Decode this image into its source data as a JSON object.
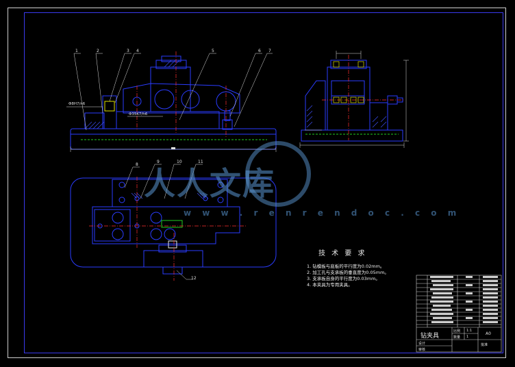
{
  "drawing": {
    "tech_requirements": {
      "title": "技 术 要 求",
      "lines": [
        "1. 钻模板与底板的平行度为0.02mm。",
        "2. 加工孔与支承板的垂直度为0.05mm。",
        "3. 支承板自身的平行度为0.03mm。",
        "4. 本夹具为专用夹具。"
      ]
    },
    "title_block": {
      "name": "钻夹具",
      "scale_label": "比例",
      "scale_value": "1:1",
      "qty_label": "数量",
      "qty_value": "1",
      "sheet": "A0",
      "drawn_label": "设计",
      "check_label": "审核",
      "approve_label": "批准"
    },
    "callouts": [
      "1",
      "2",
      "3",
      "4",
      "5",
      "6",
      "7",
      "8",
      "9",
      "10",
      "11",
      "12"
    ],
    "dims": {
      "front_left": "Φ8H7/n6",
      "front_mid": "Φ35K7/h6"
    },
    "watermark": {
      "text": "人人文库",
      "url": "w w w . r e n r e n d o c . c o m"
    },
    "colors": {
      "frame": "#d0d0d0",
      "inner_frame": "#3a3af0",
      "part": "#2a3cff",
      "hatch": "#4050ff",
      "centerline": "#ff3030",
      "green": "#20d020",
      "yellow": "#e0e000",
      "white": "#e8e8e8"
    }
  }
}
